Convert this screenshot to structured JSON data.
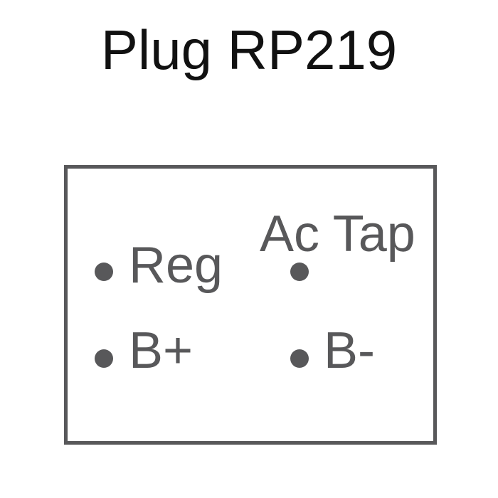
{
  "title": "Plug RP219",
  "colors": {
    "outline": "#58585a",
    "title_text": "#111111",
    "background": "#ffffff"
  },
  "pins": [
    {
      "label": "Reg"
    },
    {
      "label": "Ac Tap"
    },
    {
      "label": "B+"
    },
    {
      "label": "B-"
    }
  ]
}
